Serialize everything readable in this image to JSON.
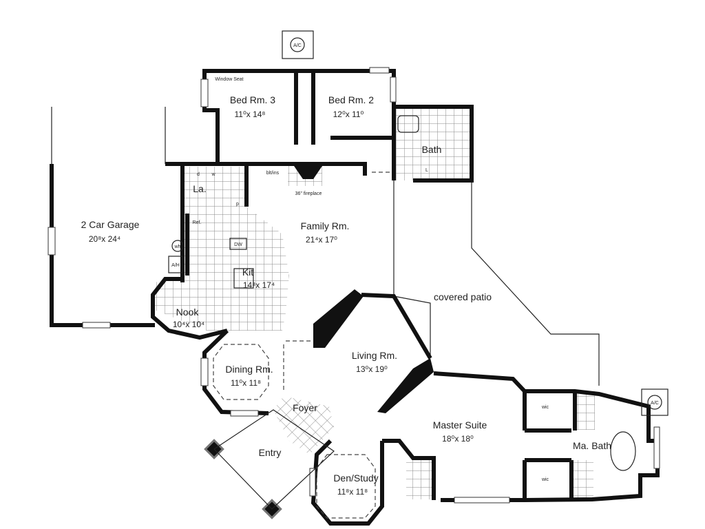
{
  "plan": {
    "rooms": [
      {
        "name": "Bed Rm. 3",
        "size": "11⁰x 14⁸"
      },
      {
        "name": "Bed Rm. 2",
        "size": "12⁰x 11⁰"
      },
      {
        "name": "Bath",
        "size": ""
      },
      {
        "name": "2 Car Garage",
        "size": "20⁸x 24⁴"
      },
      {
        "name": "Family Rm.",
        "size": "21⁴x 17⁰"
      },
      {
        "name": "Kit",
        "size": "14⁸x 17⁴"
      },
      {
        "name": "Nook",
        "size": "10⁴x 10⁴"
      },
      {
        "name": "Dining Rm.",
        "size": "11⁰x 11⁸"
      },
      {
        "name": "Living Rm.",
        "size": "13⁰x 19⁰"
      },
      {
        "name": "Master Suite",
        "size": "18⁰x 18⁰"
      },
      {
        "name": "Ma. Bath",
        "size": ""
      },
      {
        "name": "Den/Study",
        "size": "11⁸x 11⁸"
      },
      {
        "name": "Foyer",
        "size": ""
      },
      {
        "name": "Entry",
        "size": ""
      },
      {
        "name": "covered patio",
        "size": ""
      },
      {
        "name": "La.",
        "size": ""
      }
    ],
    "labels": {
      "window_seat": "Window Seat",
      "fireplace": "36\" fireplace",
      "blt_ins": "blt/ins",
      "ac_1": "A/C",
      "ac_2": "A/C",
      "dryer": "d",
      "washer": "w",
      "pantry": "p",
      "ref": "Ref.",
      "water_heater": "wh",
      "air_handler": "A/H",
      "dishwasher": "DW",
      "linen": "L",
      "wic_1": "wic",
      "wic_2": "wic"
    }
  }
}
